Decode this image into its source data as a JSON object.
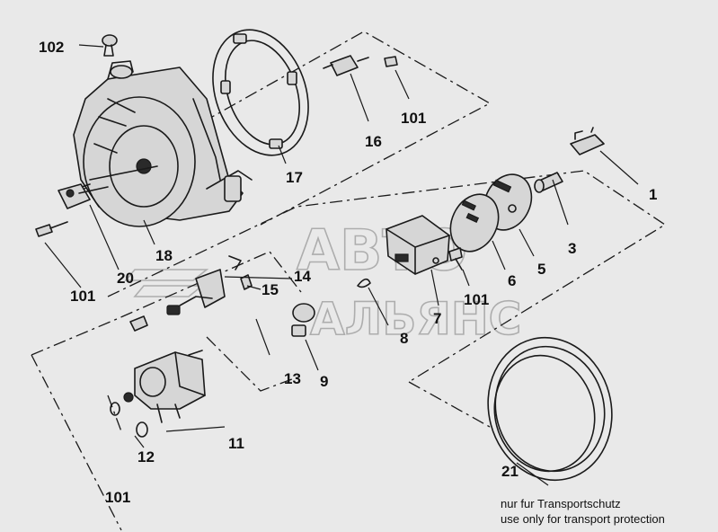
{
  "callouts": {
    "c1": "1",
    "c3": "3",
    "c5": "5",
    "c6": "6",
    "c7": "7",
    "c8": "8",
    "c9": "9",
    "c11": "11",
    "c12": "12",
    "c13": "13",
    "c14": "14",
    "c15": "15",
    "c16": "16",
    "c17": "17",
    "c18": "18",
    "c20": "20",
    "c21": "21",
    "c101a": "101",
    "c101b": "101",
    "c101c": "101",
    "c101d": "101",
    "c102": "102"
  },
  "note": {
    "line_de": "nur fur Transportschutz",
    "line_en": "use only for transport protection"
  },
  "watermark": {
    "line1": "АВТО",
    "line2": "АЛЬЯНС"
  }
}
